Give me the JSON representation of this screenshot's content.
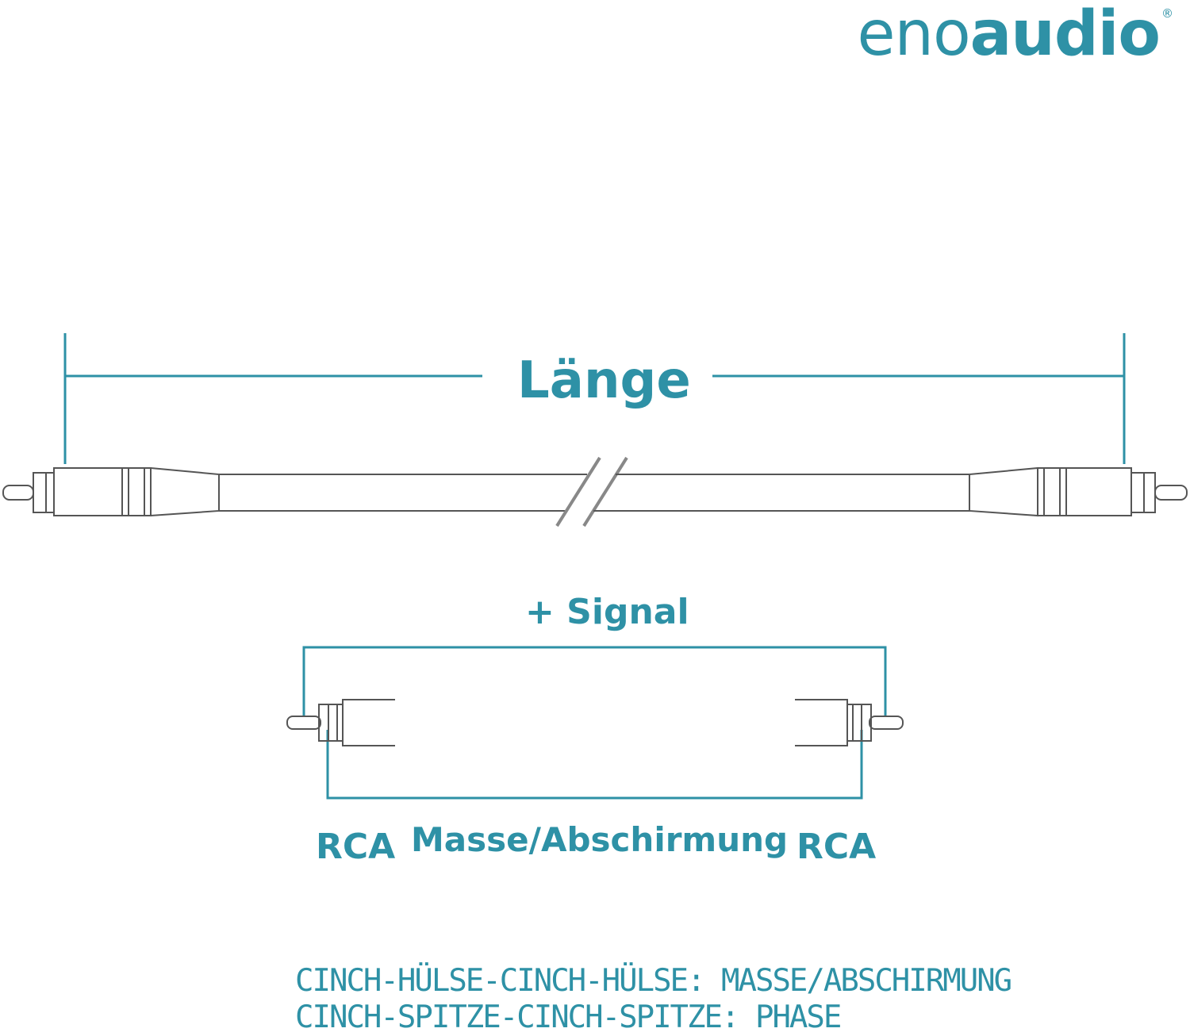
{
  "brand": {
    "name_light": "eno",
    "name_bold": "audio",
    "registered_mark": "®",
    "color": "#2e91a6"
  },
  "diagram": {
    "length_label": "Länge",
    "signal_label": "+ Signal",
    "connector_left_label": "RCA",
    "connector_right_label": "RCA",
    "ground_label": "Masse/Abschirmung",
    "line_color": "#2e91a6",
    "drawing_color": "#555555"
  },
  "notes": [
    "CINCH-HÜLSE-CINCH-HÜLSE: MASSE/ABSCHIRMUNG",
    "CINCH-SPITZE-CINCH-SPITZE: PHASE"
  ]
}
